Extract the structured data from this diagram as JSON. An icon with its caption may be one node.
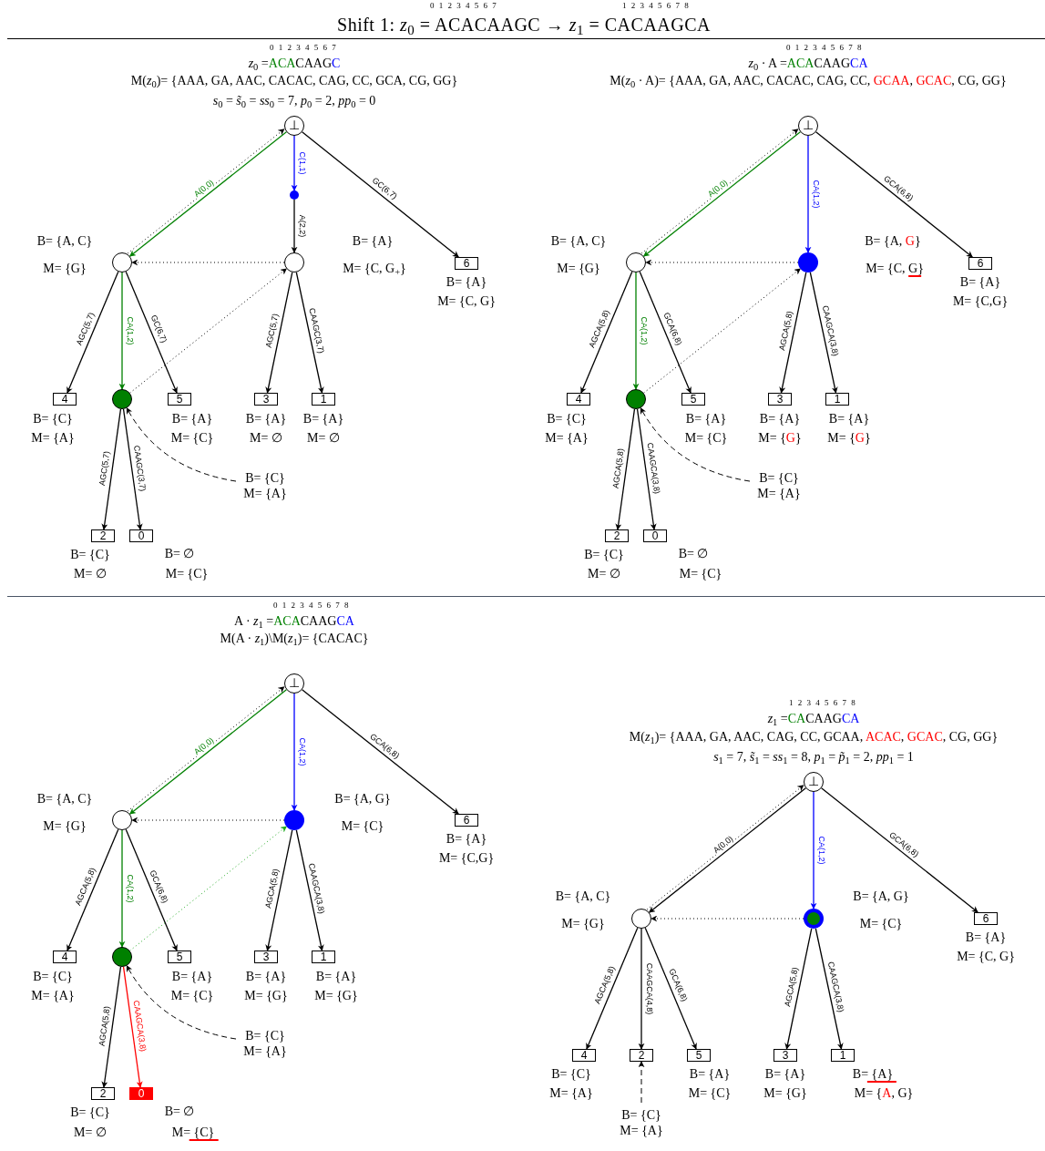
{
  "diagram": {
    "title": "Shift 1: *z*$_{0}$ = ACACAAGC → *z*$_{1}$ = CACAAGCA",
    "nodes": [
      {
        "text": [
          "⊥"
        ]
      },
      {
        "text": [],
        "shape": "circle"
      },
      {
        "text": [],
        "shape": "circle",
        "beside": [
          "B= {A, C}",
          "M= {G}"
        ]
      },
      {
        "text": [],
        "shape": "circle",
        "beside": [
          "B= {A}",
          "M= {C, G$_{+}$}"
        ]
      },
      {
        "text": [
          "6"
        ],
        "beside": [
          "B= {A}",
          "M= {C, G}"
        ]
      },
      {
        "text": [
          "4"
        ],
        "beside": [
          "B= {C}",
          "M= {A}"
        ]
      },
      {
        "text": [],
        "shape": "circle"
      },
      {
        "text": [
          "5"
        ],
        "beside": [
          "B= {A}",
          "M= {C}"
        ]
      },
      {
        "text": [
          "3"
        ],
        "beside": [
          "B= {A}",
          "M= ∅"
        ]
      },
      {
        "text": [
          "1"
        ],
        "beside": [
          "B= {A}",
          "M= ∅"
        ]
      },
      {
        "text": [
          "B= {C}",
          "M= {A}"
        ]
      },
      {
        "text": [
          "2"
        ],
        "beside": [
          "B= {C}",
          "M= ∅"
        ]
      },
      {
        "text": [
          "0"
        ],
        "beside": [
          "B= ∅",
          "M= {C}"
        ]
      },
      {
        "text": [
          "⊥"
        ]
      },
      {
        "text": [],
        "shape": "circle",
        "beside": [
          "B= {A, C}",
          "M= {G}"
        ]
      },
      {
        "text": [],
        "shape": "circle",
        "beside": [
          "B= {A, G}",
          "M= {C, G}"
        ]
      },
      {
        "text": [
          "6"
        ],
        "beside": [
          "B= {A}",
          "M= {C,G}"
        ]
      },
      {
        "text": [
          "4"
        ],
        "beside": [
          "B= {C}",
          "M= {A}"
        ]
      },
      {
        "text": [],
        "shape": "circle"
      },
      {
        "text": [
          "5"
        ],
        "beside": [
          "B= {A}",
          "M= {C}"
        ]
      },
      {
        "text": [
          "3"
        ],
        "beside": [
          "B= {A}",
          "M= {G}"
        ]
      },
      {
        "text": [
          "1"
        ],
        "beside": [
          "B= {A}",
          "M= {G}"
        ]
      },
      {
        "text": [
          "B= {C}",
          "M= {A}"
        ]
      },
      {
        "text": [
          "2"
        ],
        "beside": [
          "B= {C}",
          "M= ∅"
        ]
      },
      {
        "text": [
          "0"
        ],
        "beside": [
          "B= ∅",
          "M= {C}"
        ]
      },
      {
        "text": [
          "⊥"
        ]
      },
      {
        "text": [],
        "shape": "circle",
        "beside": [
          "B= {A, C}",
          "M= {G}"
        ]
      },
      {
        "text": [],
        "shape": "circle",
        "beside": [
          "B= {A, G}",
          "M= {C}"
        ]
      },
      {
        "text": [
          "6"
        ],
        "beside": [
          "B= {A}",
          "M= {C,G}"
        ]
      },
      {
        "text": [
          "4"
        ],
        "beside": [
          "B= {C}",
          "M= {A}"
        ]
      },
      {
        "text": [],
        "shape": "circle"
      },
      {
        "text": [
          "5"
        ],
        "beside": [
          "B= {A}",
          "M= {C}"
        ]
      },
      {
        "text": [
          "3"
        ],
        "beside": [
          "B= {A}",
          "M= {G}"
        ]
      },
      {
        "text": [
          "1"
        ],
        "beside": [
          "B= {A}",
          "M= {G}"
        ]
      },
      {
        "text": [
          "B= {C}",
          "M= {A}"
        ]
      },
      {
        "text": [
          "2"
        ],
        "beside": [
          "B= {C}",
          "M= ∅"
        ]
      },
      {
        "text": [
          "0"
        ],
        "beside": [
          "B= ∅",
          "M= {C}"
        ]
      },
      {
        "text": [
          "⊥"
        ]
      },
      {
        "text": [],
        "shape": "circle",
        "beside": [
          "B= {A, C}",
          "M= {G}"
        ]
      },
      {
        "text": [],
        "shape": "circle",
        "beside": [
          "B= {A, G}",
          "M= {C}"
        ]
      },
      {
        "text": [
          "6"
        ],
        "beside": [
          "B= {A}",
          "M= {C, G}"
        ]
      },
      {
        "text": [
          "4"
        ],
        "beside": [
          "B= {C}",
          "M= {A}"
        ]
      },
      {
        "text": [
          "2"
        ]
      },
      {
        "text": [
          "5"
        ],
        "beside": [
          "B= {A}",
          "M= {C}"
        ]
      },
      {
        "text": [
          "3"
        ],
        "beside": [
          "B= {A}",
          "M= {G}"
        ]
      },
      {
        "text": [
          "1"
        ],
        "beside": [
          "B= {A}",
          "M= {A, G}"
        ]
      },
      {
        "text": [
          "B= {C}",
          "M= {A}"
        ]
      }
    ],
    "edges": [
      {
        "from": 0,
        "to": 2,
        "arrow": "to",
        "label": "A(0,0)",
        "color": "#008000"
      },
      {
        "from": 2,
        "to": 0,
        "arrow": "to",
        "style": "dashed"
      },
      {
        "from": 0,
        "to": 1,
        "arrow": "to",
        "label": "C(1,1)",
        "color": "#0000ff"
      },
      {
        "from": 1,
        "to": 3,
        "arrow": "to",
        "label": "A(2,2)"
      },
      {
        "from": 0,
        "to": 4,
        "arrow": "to",
        "label": "GC(6,7)"
      },
      {
        "from": 3,
        "to": 2,
        "arrow": "to",
        "style": "dashed"
      },
      {
        "from": 2,
        "to": 5,
        "arrow": "to",
        "label": "AGC(5,7)"
      },
      {
        "from": 2,
        "to": 6,
        "arrow": "to",
        "label": "CA(1,2)",
        "color": "#008000"
      },
      {
        "from": 2,
        "to": 7,
        "arrow": "to",
        "label": "GC(6,7)"
      },
      {
        "from": 6,
        "to": 3,
        "arrow": "to",
        "style": "dashed"
      },
      {
        "from": 3,
        "to": 8,
        "arrow": "to",
        "label": "AGC(5,7)"
      },
      {
        "from": 3,
        "to": 9,
        "arrow": "to",
        "label": "CAAGC(3,7)"
      },
      {
        "from": 6,
        "to": 11,
        "arrow": "to",
        "label": "AGC(5,7)"
      },
      {
        "from": 6,
        "to": 12,
        "arrow": "to",
        "label": "CAAGC(3,7)"
      },
      {
        "from": 10,
        "to": 6,
        "arrow": "to",
        "style": "dashed"
      },
      {
        "from": 13,
        "to": 14,
        "arrow": "to",
        "label": "A(0,0)",
        "color": "#008000"
      },
      {
        "from": 14,
        "to": 13,
        "arrow": "to",
        "style": "dashed"
      },
      {
        "from": 13,
        "to": 15,
        "arrow": "to",
        "label": "CA(1,2)",
        "color": "#0000ff"
      },
      {
        "from": 13,
        "to": 16,
        "arrow": "to",
        "label": "GCA(6,8)"
      },
      {
        "from": 15,
        "to": 14,
        "arrow": "to",
        "style": "dashed"
      },
      {
        "from": 14,
        "to": 17,
        "arrow": "to",
        "label": "AGCA(5,8)"
      },
      {
        "from": 14,
        "to": 18,
        "arrow": "to",
        "label": "CA(1,2)",
        "color": "#008000"
      },
      {
        "from": 14,
        "to": 19,
        "arrow": "to",
        "label": "GCA(6,8)"
      },
      {
        "from": 18,
        "to": 15,
        "arrow": "to",
        "style": "dashed"
      },
      {
        "from": 15,
        "to": 20,
        "arrow": "to",
        "label": "AGCA(5,8)"
      },
      {
        "from": 15,
        "to": 21,
        "arrow": "to",
        "label": "CAAGCA(3,8)"
      },
      {
        "from": 18,
        "to": 23,
        "arrow": "to",
        "label": "AGCA(5,8)"
      },
      {
        "from": 18,
        "to": 24,
        "arrow": "to",
        "label": "CAAGCA(3,8)"
      },
      {
        "from": 22,
        "to": 18,
        "arrow": "to",
        "style": "dashed"
      },
      {
        "from": 25,
        "to": 26,
        "arrow": "to",
        "label": "A(0,0)",
        "color": "#008000"
      },
      {
        "from": 26,
        "to": 25,
        "arrow": "to",
        "style": "dashed"
      },
      {
        "from": 25,
        "to": 27,
        "arrow": "to",
        "label": "CA(1,2)",
        "color": "#0000ff"
      },
      {
        "from": 25,
        "to": 28,
        "arrow": "to",
        "label": "GCA(6,8)"
      },
      {
        "from": 27,
        "to": 26,
        "arrow": "to",
        "style": "dashed"
      },
      {
        "from": 26,
        "to": 29,
        "arrow": "to",
        "label": "AGCA(5,8)"
      },
      {
        "from": 26,
        "to": 30,
        "arrow": "to",
        "label": "CA(1,2)",
        "color": "#008000"
      },
      {
        "from": 26,
        "to": 31,
        "arrow": "to",
        "label": "GCA(6,8)"
      },
      {
        "from": 30,
        "to": 27,
        "arrow": "to",
        "style": "dashed",
        "color": "#22aa22"
      },
      {
        "from": 27,
        "to": 32,
        "arrow": "to",
        "label": "AGCA(5,8)"
      },
      {
        "from": 27,
        "to": 33,
        "arrow": "to",
        "label": "CAAGCA(3,8)"
      },
      {
        "from": 30,
        "to": 35,
        "arrow": "to",
        "label": "AGCA(5,8)"
      },
      {
        "from": 30,
        "to": 36,
        "arrow": "to",
        "label": "CAAGCA(3,8)",
        "color": "#ff0000"
      },
      {
        "from": 34,
        "to": 30,
        "arrow": "to",
        "style": "dashed"
      },
      {
        "from": 37,
        "to": 38,
        "arrow": "to",
        "label": "A(0,0)"
      },
      {
        "from": 38,
        "to": 37,
        "arrow": "to",
        "style": "dashed"
      },
      {
        "from": 37,
        "to": 39,
        "arrow": "to",
        "label": "CA(1,2)",
        "color": "#0000ff"
      },
      {
        "from": 37,
        "to": 40,
        "arrow": "to",
        "label": "GCA(6,8)"
      },
      {
        "from": 39,
        "to": 38,
        "arrow": "to",
        "style": "dashed"
      },
      {
        "from": 38,
        "to": 41,
        "arrow": "to",
        "label": "AGCA(5,8)"
      },
      {
        "from": 38,
        "to": 42,
        "arrow": "to",
        "label": "CAAGCA(4,8)"
      },
      {
        "from": 38,
        "to": 43,
        "arrow": "to",
        "label": "GCA(6,8)"
      },
      {
        "from": 39,
        "to": 44,
        "arrow": "to",
        "label": "AGCA(5,8)"
      },
      {
        "from": 39,
        "to": 45,
        "arrow": "to",
        "label": "CAAGCA(3,8)"
      },
      {
        "from": 46,
        "to": 42,
        "arrow": "to",
        "style": "dashed"
      }
    ],
    "labels": [
      "0 1 2 3 4 5 6 7",
      "1 2 3 4 5 6 7 8",
      "0 1 2 3 4 5 6 7",
      "*z*$_{0}$ =ACACAAGC",
      "M(*z*$_{0}$)= {AAA, GA, AAC, CACAC, CAG, CC, GCA, CG, GG}",
      "*s*$_{0}$ = *s̃*$_{0}$ = *ss*$_{0}$ = 7, *p*$_{0}$ = 2, *pp*$_{0}$ = 0",
      "0 1 2 3 4 5 6 7 8",
      "*z*$_{0}$ · A =ACACAAGCA",
      "M(*z*$_{0}$ · A)= {AAA, GA, AAC, CACAC, CAG, CC, GCAA, GCAC, CG, GG}",
      "0 1 2 3 4 5 6 7 8",
      "A · *z*$_{1}$ =ACACAAGCA",
      "M(A · *z*$_{1}$)\\M(*z*$_{1}$)= {CACAC}",
      "1 2 3 4 5 6 7 8",
      "*z*$_{1}$ =CACAAGCA",
      "M(*z*$_{1}$)= {AAA, GA, AAC, CAG, CC, GCAA, ACAC, GCAC, CG, GG}",
      "*s*$_{1}$ = 7, *s̃*$_{1}$ = *ss*$_{1}$ = 8, *p*$_{1}$ = *p̃*$_{1}$ = 2, *pp*$_{1}$ = 1"
    ]
  }
}
